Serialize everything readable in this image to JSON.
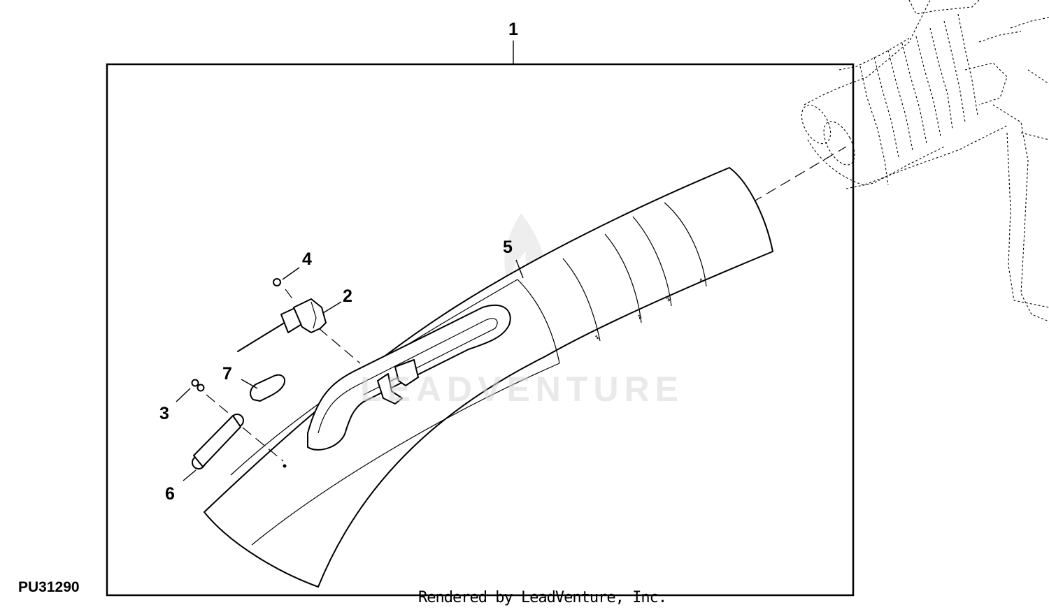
{
  "figure": {
    "id": "PU31290",
    "credit": "Rendered by LeadVenture, Inc.",
    "watermark": "LEADVENTURE"
  },
  "callouts": [
    "1",
    "2",
    "3",
    "4",
    "5",
    "6",
    "7"
  ],
  "tube_marks": [
    "1",
    "2",
    "3",
    "4"
  ]
}
